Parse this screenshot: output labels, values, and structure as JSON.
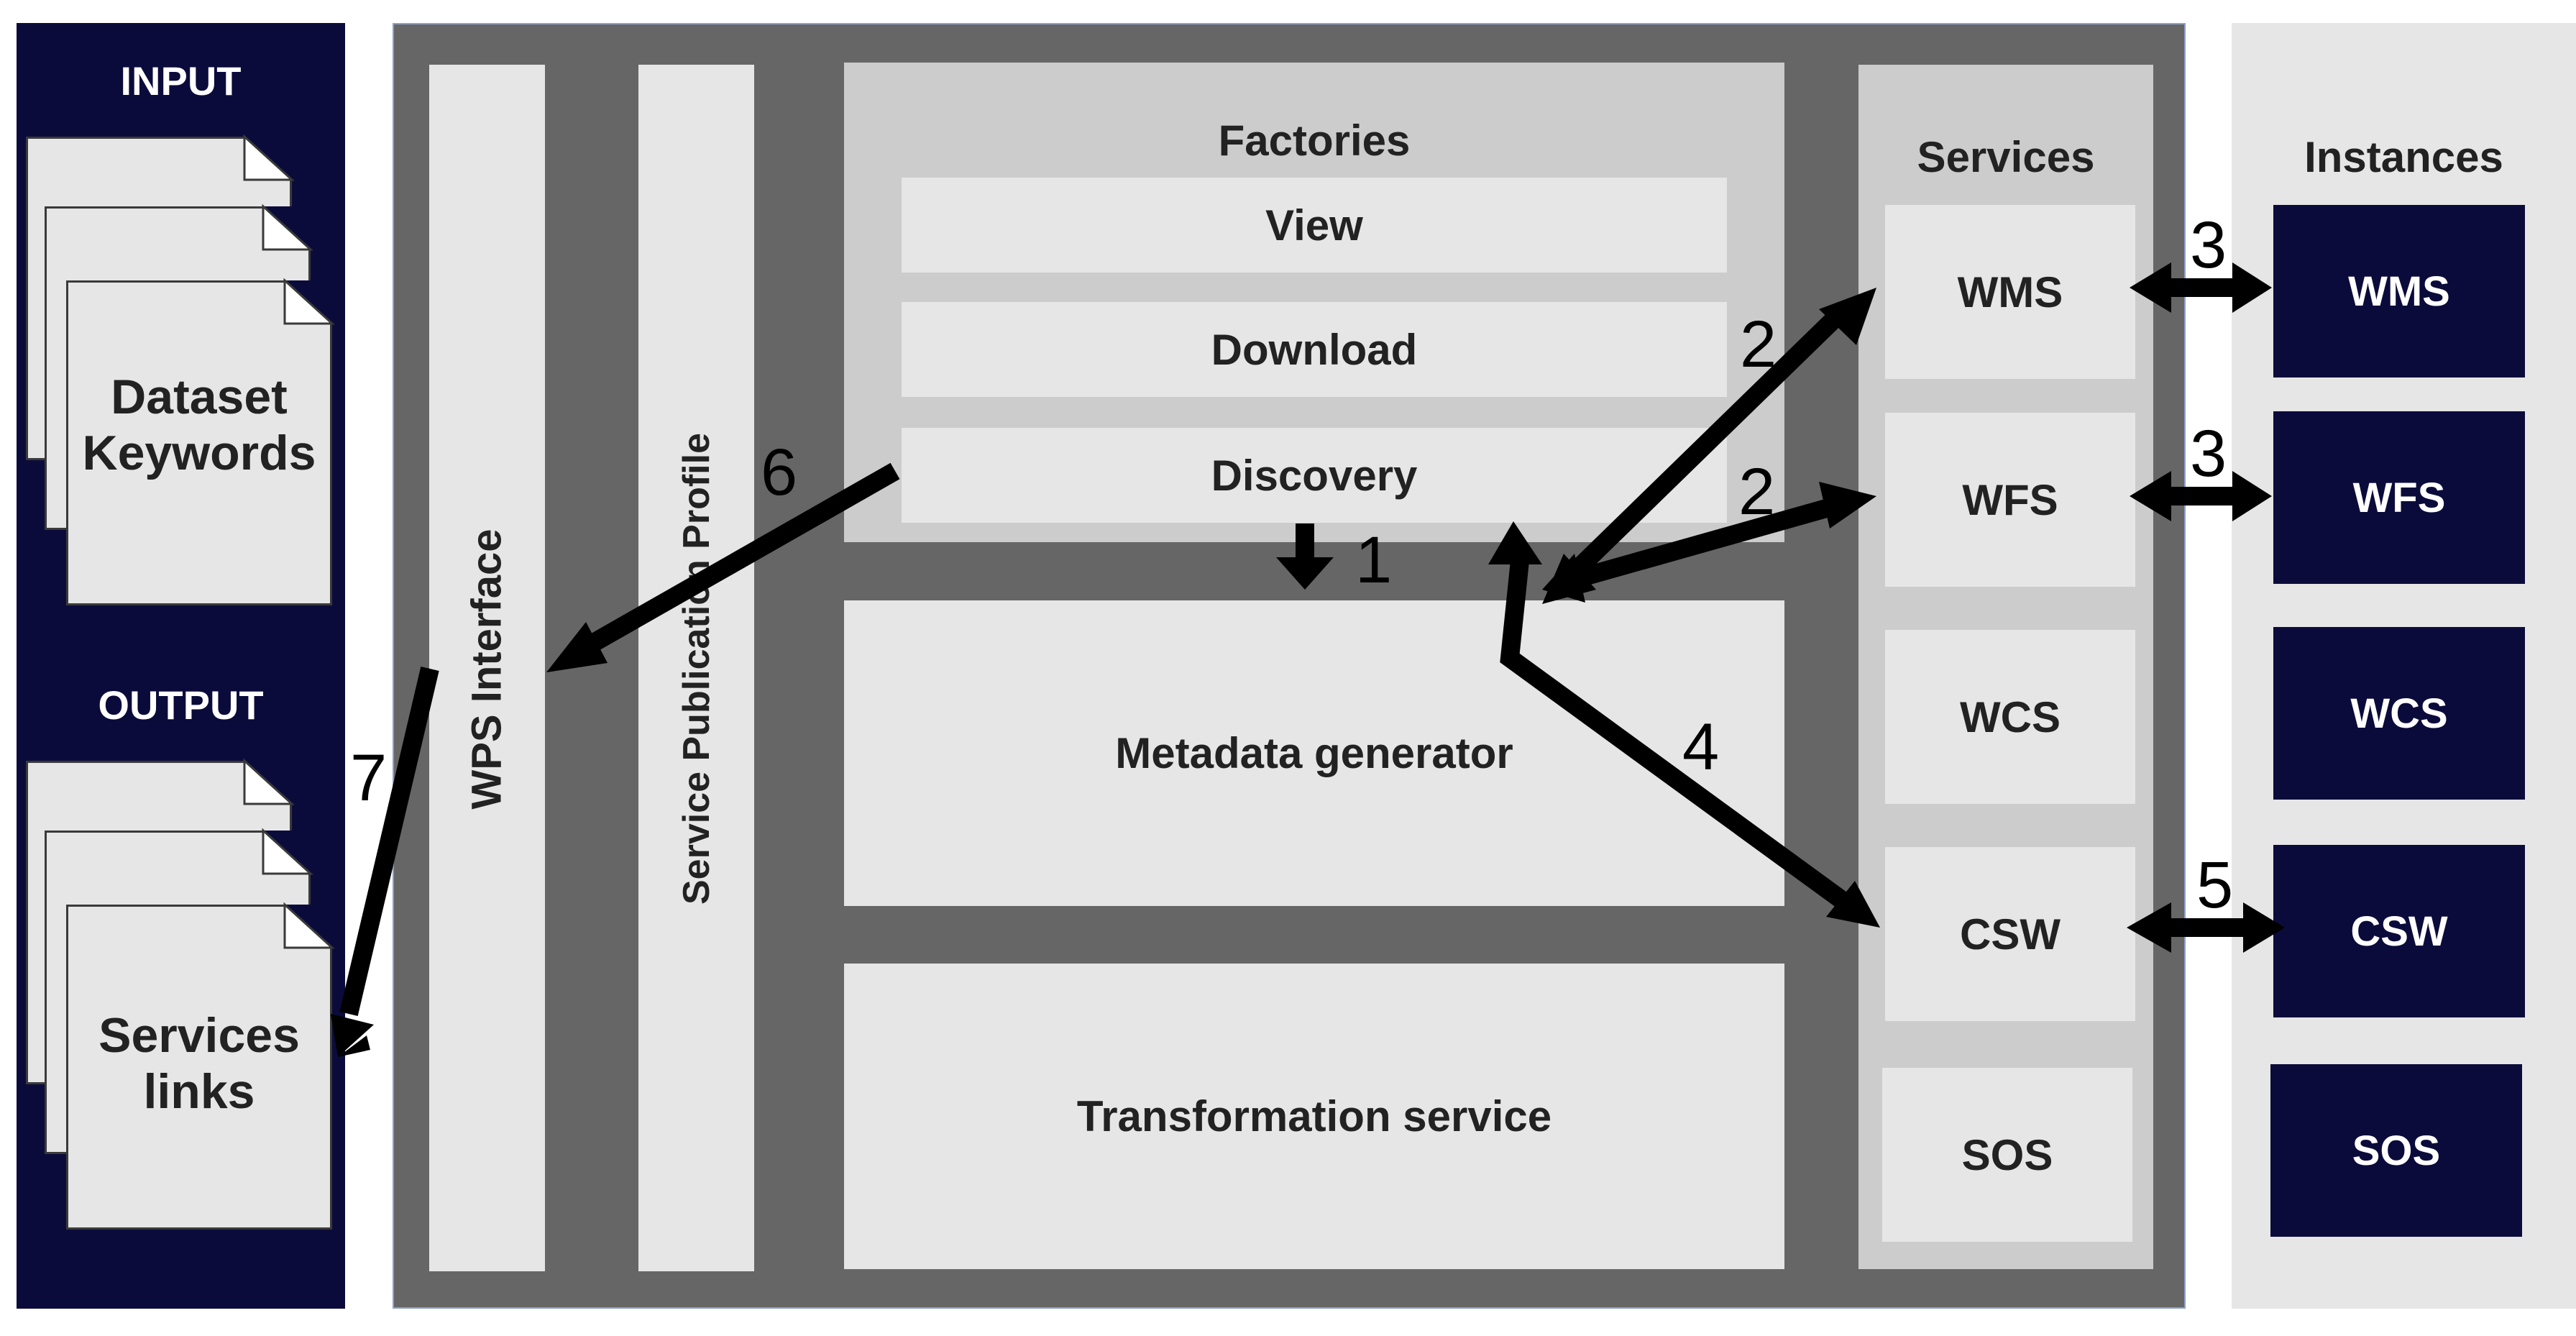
{
  "io": {
    "input_title": "INPUT",
    "input_doc_line1": "Dataset",
    "input_doc_line2": "Keywords",
    "output_title": "OUTPUT",
    "output_doc_line1": "Services",
    "output_doc_line2": "links"
  },
  "main": {
    "wps_interface": "WPS Interface",
    "service_publication_profile": "Service Publication Profile",
    "factories": {
      "title": "Factories",
      "items": [
        "View",
        "Download",
        "Discovery"
      ]
    },
    "metadata_generator": "Metadata generator",
    "transformation_service": "Transformation service",
    "services": {
      "title": "Services",
      "items": [
        "WMS",
        "WFS",
        "WCS",
        "CSW",
        "SOS"
      ]
    }
  },
  "instances": {
    "title": "Instances",
    "items": [
      "WMS",
      "WFS",
      "WCS",
      "CSW",
      "SOS"
    ]
  },
  "arrow_labels": {
    "a1": "1",
    "a2_wms": "2",
    "a2_wfs": "2",
    "a3_wms": "3",
    "a3_wfs": "3",
    "a4": "4",
    "a5": "5",
    "a6": "6",
    "a7": "7"
  },
  "colors": {
    "navy": "#0b0b3b",
    "dark_gray": "#666666",
    "mid_gray": "#cccccc",
    "light_gray": "#e6e6e6"
  }
}
